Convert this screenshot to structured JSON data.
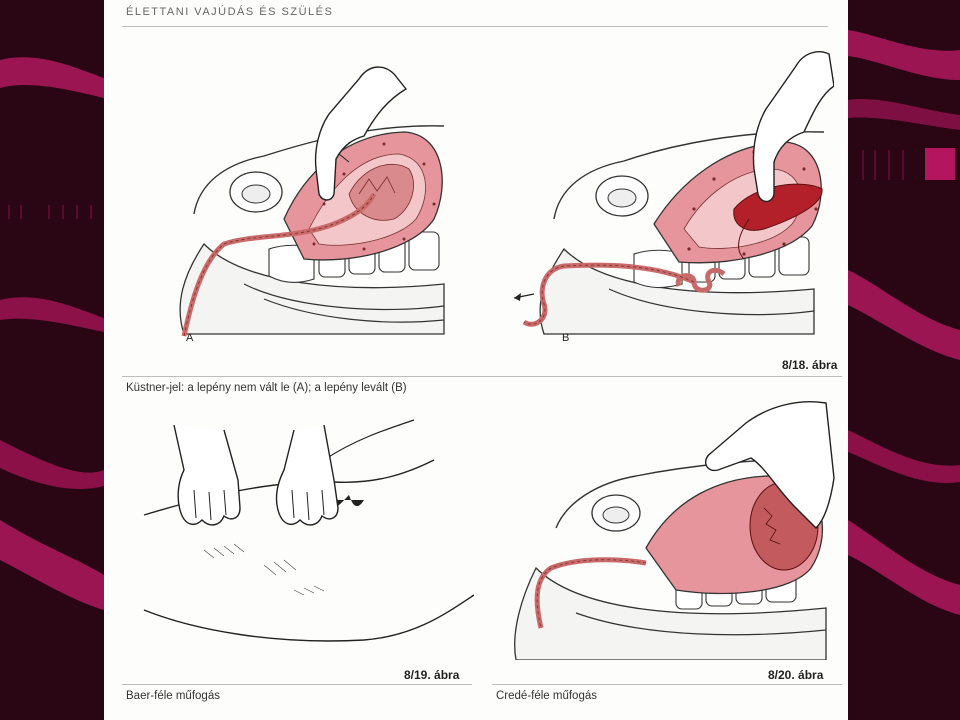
{
  "page": {
    "running_head": "ÉLETTANI VAJÚDÁS ÉS SZÜLÉS",
    "figures": {
      "fig_18": {
        "panel_a_letter": "A",
        "panel_b_letter": "B",
        "number": "8/18. ábra",
        "caption": "Küstner-jel: a lepény nem vált le (A); a lepény levált (B)"
      },
      "fig_19": {
        "number": "8/19. ábra",
        "caption": "Baer-féle műfogás"
      },
      "fig_20": {
        "number": "8/20. ábra",
        "caption": "Credé-féle műfogás"
      }
    }
  },
  "colors": {
    "background": "#2a0614",
    "accent_magenta": "#a0124f",
    "tissue_pink": "#e7959c",
    "placenta_red": "#c0392b",
    "page": "#fdfdfb"
  },
  "icons": [
    "pointing-hand-icon",
    "arrow-left-icon"
  ]
}
